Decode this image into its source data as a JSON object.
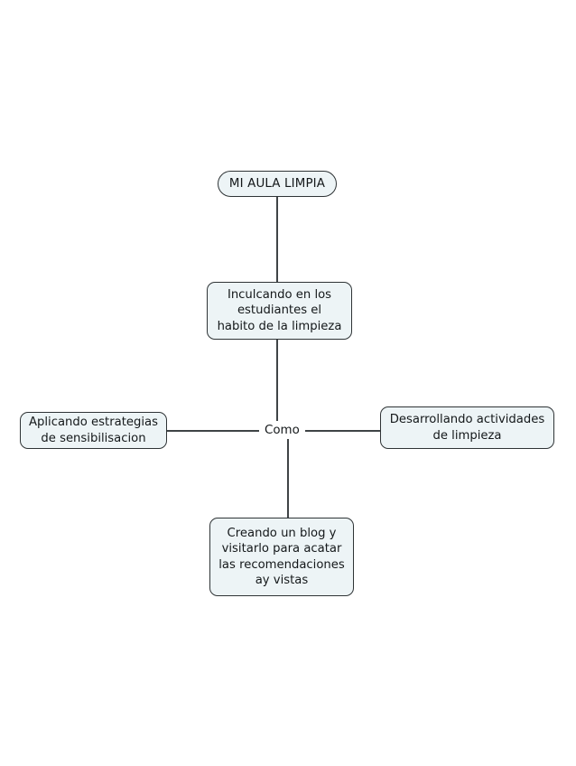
{
  "diagram": {
    "type": "mind-map",
    "background_color": "#ffffff",
    "node_fill_color": "#edf4f6",
    "node_border_color": "#2f3436",
    "connector_color": "#3f4446",
    "root": {
      "label": "MI AULA LIMPIA"
    },
    "hub": {
      "label": "Como"
    },
    "branches": [
      {
        "id": "top",
        "label": "Inculcando en los\nestudiantes el\nhabito de la limpieza",
        "position": "top"
      },
      {
        "id": "left",
        "label": "Aplicando estrategias\nde sensibilisacion",
        "position": "left"
      },
      {
        "id": "right",
        "label": "Desarrollando actividades\nde limpieza",
        "position": "right"
      },
      {
        "id": "bottom",
        "label": "Creando un blog y\nvisitarlo para acatar\nlas recomendaciones\nay vistas",
        "position": "bottom"
      }
    ]
  }
}
